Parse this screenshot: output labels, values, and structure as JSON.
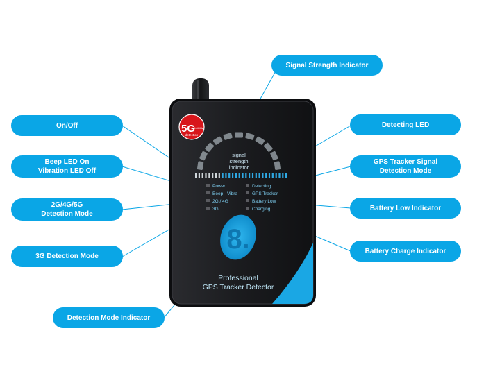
{
  "callouts": {
    "signal_strength": "Signal Strength Indicator",
    "on_off": "On/Off",
    "detecting_led": "Detecting LED",
    "beep_led_line1": "Beep LED On",
    "beep_led_line2": "Vibration LED Off",
    "gps_signal_line1": "GPS Tracker Signal",
    "gps_signal_line2": "Detection Mode",
    "mode_2g_line1": "2G/4G/5G",
    "mode_2g_line2": "Detection Mode",
    "battery_low": "Battery Low Indicator",
    "mode_3g": "3G Detection Mode",
    "battery_charge": "Battery Charge Indicator",
    "detection_mode_indicator": "Detection Mode Indicator"
  },
  "device": {
    "badge_big": "5G",
    "badge_small1": "5.8GHz",
    "badge_small2": "detection",
    "meter_label1": "signal",
    "meter_label2": "strength",
    "meter_label3": "indicator",
    "left_labels": [
      "Power",
      "Beep - Vibra",
      "2G / 4G",
      "3G"
    ],
    "right_labels": [
      "Detecting",
      "GPS Tracker",
      "Battery Low",
      "Charging"
    ],
    "display_digit": "8.",
    "brand_line1": "Professional",
    "brand_line2": "GPS Tracker Detector"
  },
  "colors": {
    "accent": "#0aa6e6",
    "device_body": "#1c1d20",
    "led_label": "#7fd0f3",
    "badge_red": "#d8161b"
  }
}
